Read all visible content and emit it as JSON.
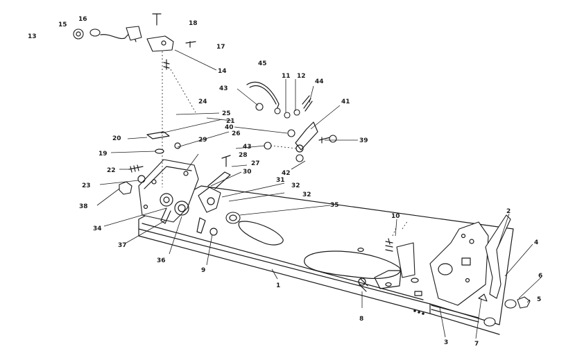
{
  "labels": [
    {
      "id": "l13",
      "text": "13"
    },
    {
      "id": "l15",
      "text": "15"
    },
    {
      "id": "l16",
      "text": "16"
    },
    {
      "id": "l18",
      "text": "18"
    },
    {
      "id": "l17a",
      "text": "17"
    },
    {
      "id": "l14",
      "text": "14"
    },
    {
      "id": "l24",
      "text": "24"
    },
    {
      "id": "l45",
      "text": "45"
    },
    {
      "id": "l11",
      "text": "11"
    },
    {
      "id": "l12",
      "text": "12"
    },
    {
      "id": "l44",
      "text": "44"
    },
    {
      "id": "l43a",
      "text": "43"
    },
    {
      "id": "l25",
      "text": "25"
    },
    {
      "id": "l41",
      "text": "41"
    },
    {
      "id": "l21",
      "text": "21"
    },
    {
      "id": "l40",
      "text": "40"
    },
    {
      "id": "l20",
      "text": "20"
    },
    {
      "id": "l26",
      "text": "26"
    },
    {
      "id": "l39",
      "text": "39"
    },
    {
      "id": "l43b",
      "text": "43"
    },
    {
      "id": "l19",
      "text": "19"
    },
    {
      "id": "l29",
      "text": "29"
    },
    {
      "id": "l28",
      "text": "28"
    },
    {
      "id": "l27",
      "text": "27"
    },
    {
      "id": "l22",
      "text": "22"
    },
    {
      "id": "l30",
      "text": "30"
    },
    {
      "id": "l42",
      "text": "42"
    },
    {
      "id": "l23",
      "text": "23"
    },
    {
      "id": "l31",
      "text": "31"
    },
    {
      "id": "l32a",
      "text": "32"
    },
    {
      "id": "l38",
      "text": "38"
    },
    {
      "id": "l32b",
      "text": "32"
    },
    {
      "id": "l35",
      "text": "35"
    },
    {
      "id": "l34",
      "text": "34"
    },
    {
      "id": "l10",
      "text": "10"
    },
    {
      "id": "l2",
      "text": "2"
    },
    {
      "id": "l37",
      "text": "37"
    },
    {
      "id": "l4",
      "text": "4"
    },
    {
      "id": "l36",
      "text": "36"
    },
    {
      "id": "l9",
      "text": "9"
    },
    {
      "id": "l6",
      "text": "6"
    },
    {
      "id": "l1",
      "text": "1"
    },
    {
      "id": "l5",
      "text": "5"
    },
    {
      "id": "l8",
      "text": "8"
    },
    {
      "id": "l3",
      "text": "3"
    },
    {
      "id": "l7",
      "text": "7"
    }
  ]
}
